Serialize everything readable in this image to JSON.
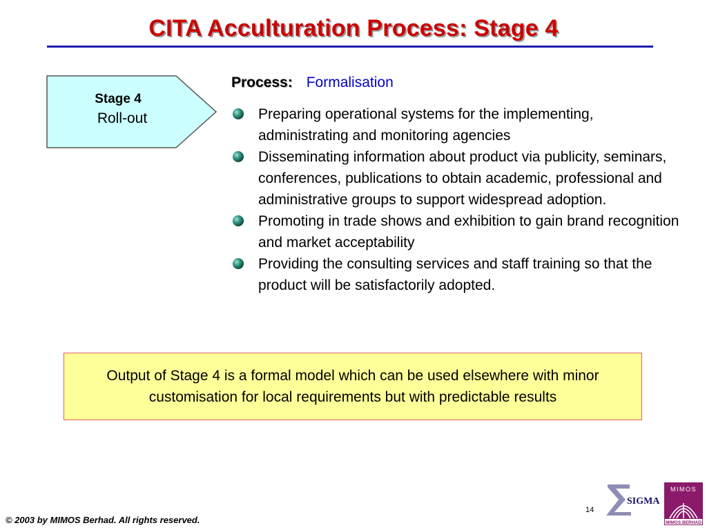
{
  "slide": {
    "title": "CITA Acculturation Process: Stage 4",
    "stage": {
      "line1": "Stage 4",
      "line2": "Roll-out"
    },
    "process": {
      "label": "Process:",
      "value": "Formalisation"
    },
    "bullets": [
      "Preparing operational systems for the implementing, administrating and monitoring agencies",
      "Disseminating information about product via publicity, seminars, conferences, publications to obtain academic, professional and administrative groups to support widespread adoption.",
      "Promoting in trade shows and exhibition to gain brand recognition and market acceptability",
      "Providing the consulting services and staff training so that the product will be satisfactorily adopted."
    ],
    "output": "Output of Stage 4 is a formal model which can be used elsewhere with minor customisation for local requirements but with predictable results"
  },
  "footer": {
    "page_number": "14",
    "copyright": "© 2003 by MIMOS Berhad. All rights reserved.",
    "sigma_logo_text": "SIGMA",
    "mimos_logo_top": "MIMOS",
    "mimos_logo_bottom": "MIMOS BERHAD"
  },
  "colors": {
    "title": "#cc0000",
    "title_rule": "#1b1bb0",
    "stage_fill": "#ccffff",
    "output_fill": "#ffff99",
    "output_border": "#e06060",
    "process_value": "#0000cc",
    "mimos_brand": "#8b1a6b"
  },
  "icons": {
    "bullet": "teal-sphere-bullet-icon"
  }
}
